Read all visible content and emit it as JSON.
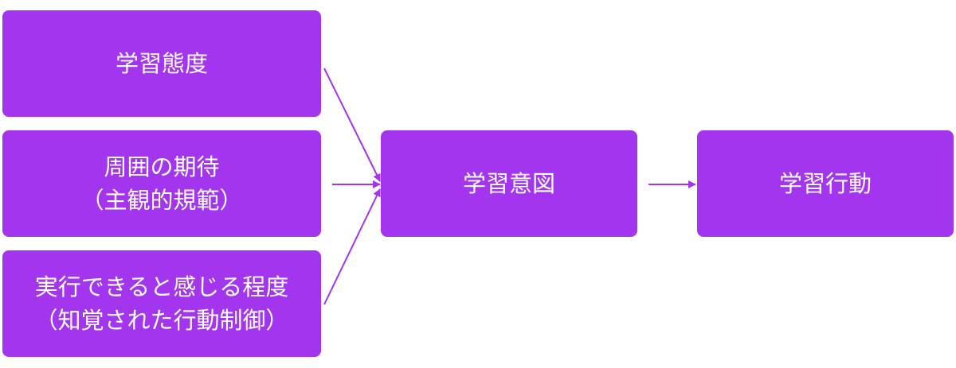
{
  "colors": {
    "box_fill": "#a435ef",
    "arrow": "#a435ef",
    "text": "#ffffff"
  },
  "nodes": {
    "attitude": {
      "lines": [
        "学習態度"
      ]
    },
    "subjective_norm": {
      "lines": [
        "周囲の期待",
        "（主観的規範）"
      ]
    },
    "perceived_control": {
      "lines": [
        "実行できると感じる程度",
        "（知覚された行動制御）"
      ]
    },
    "intention": {
      "lines": [
        "学習意図"
      ]
    },
    "behavior": {
      "lines": [
        "学習行動"
      ]
    }
  },
  "edges": [
    {
      "from": "attitude",
      "to": "intention"
    },
    {
      "from": "subjective_norm",
      "to": "intention"
    },
    {
      "from": "perceived_control",
      "to": "intention"
    },
    {
      "from": "intention",
      "to": "behavior"
    }
  ]
}
